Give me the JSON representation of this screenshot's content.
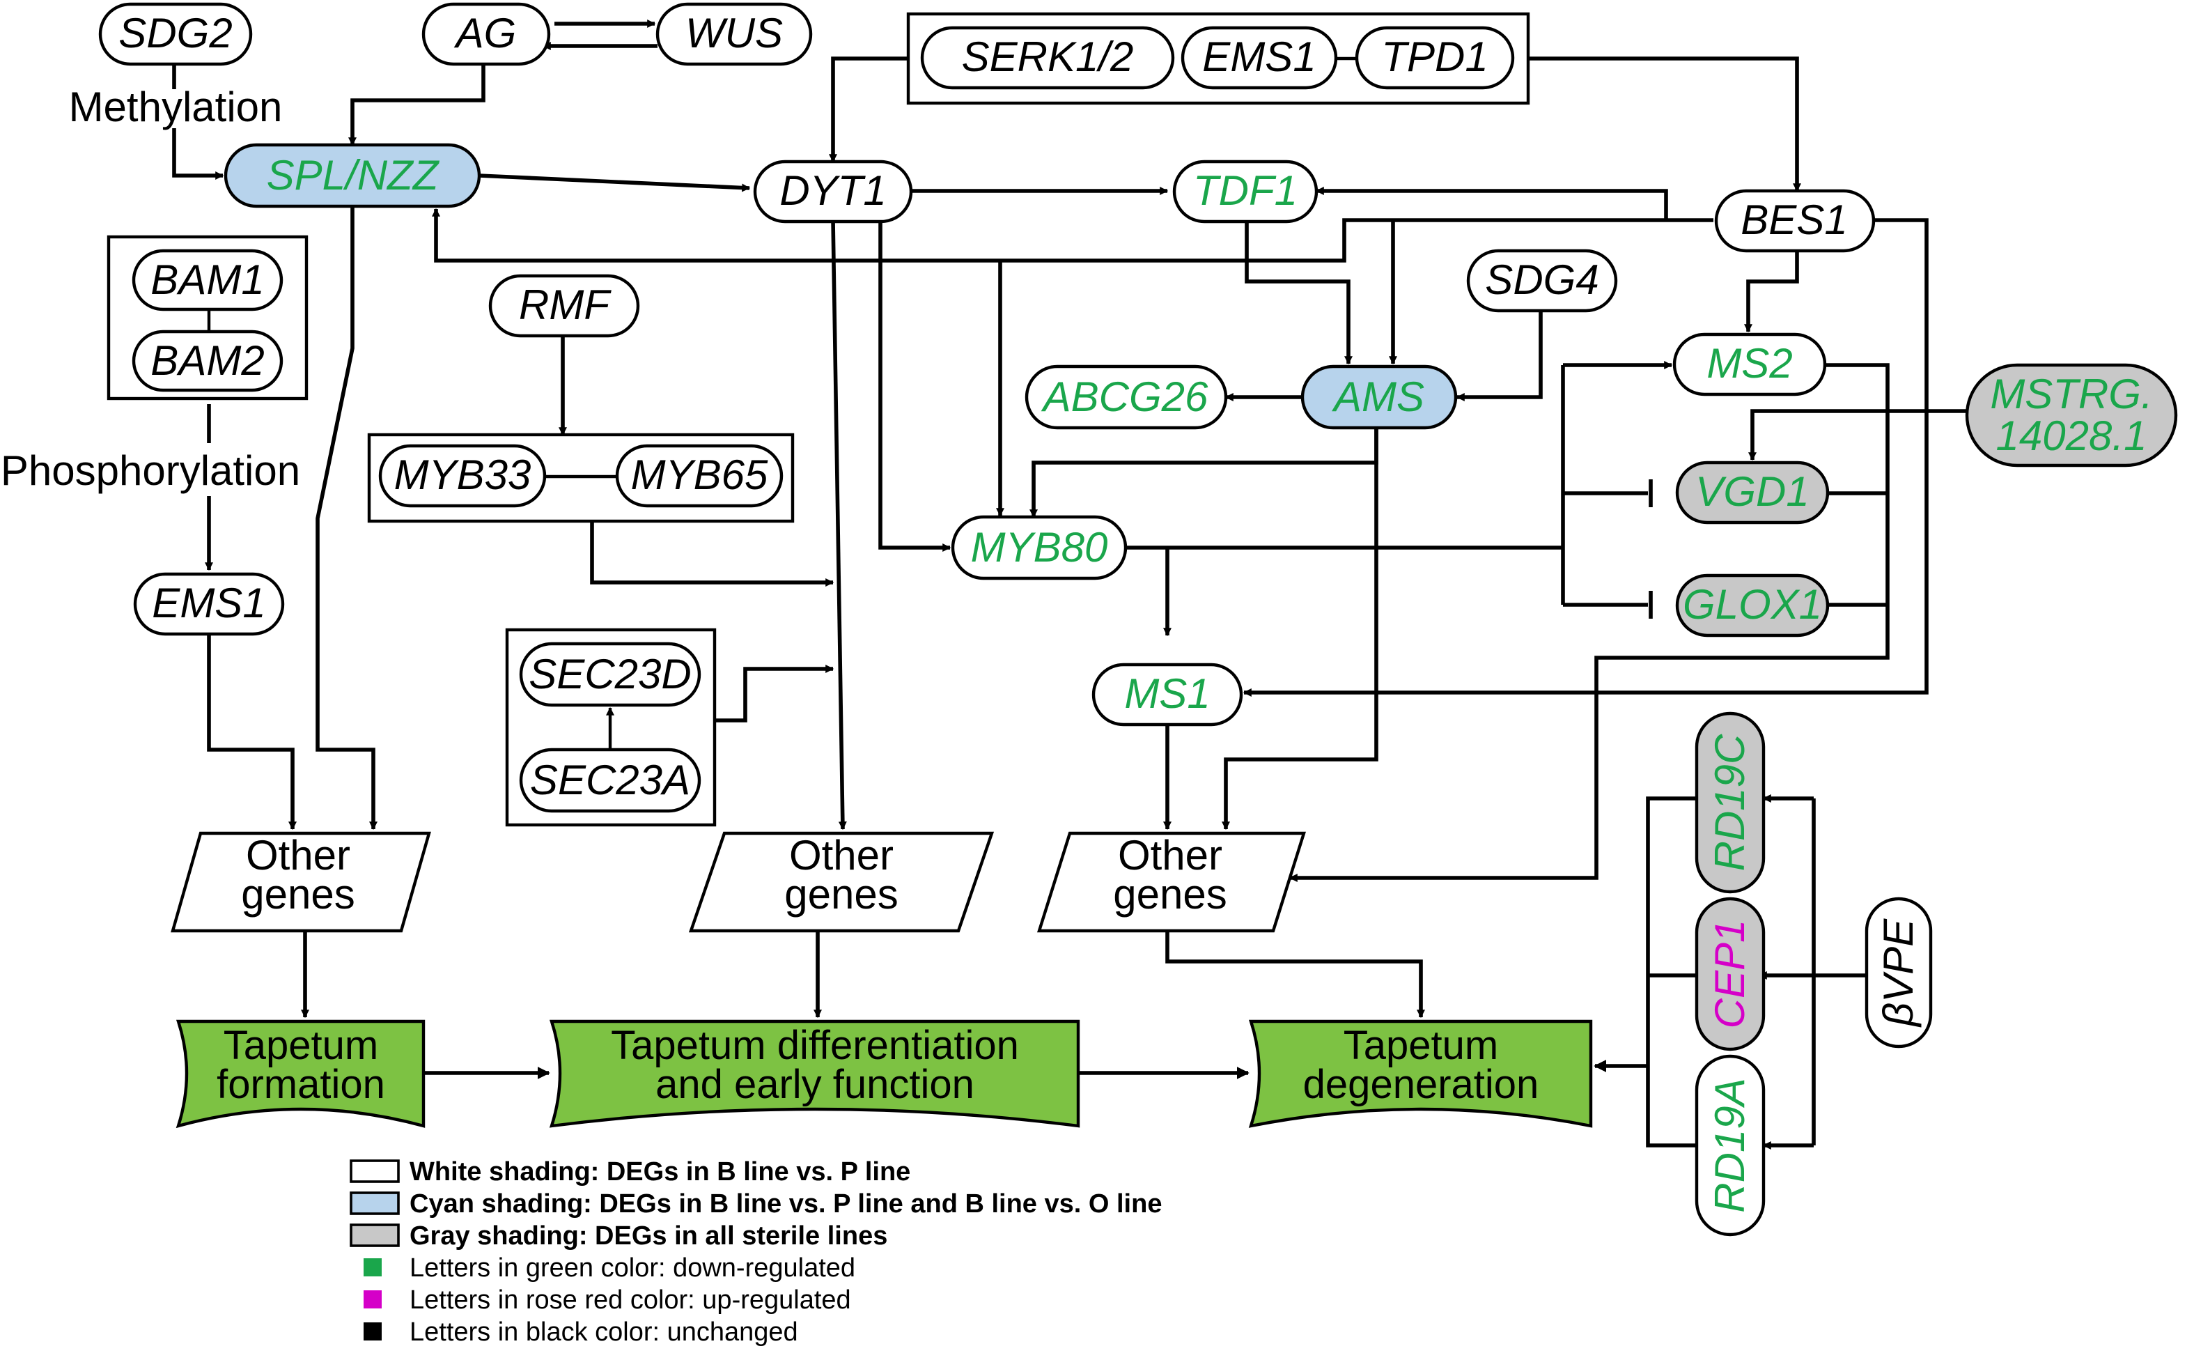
{
  "colors": {
    "down": "#1aa64b",
    "up": "#d500c8",
    "unchanged": "#000000",
    "white_fill": "#ffffff",
    "cyan_fill": "#b7d3ec",
    "gray_fill": "#c8c8c8",
    "stage_fill": "#7dc243"
  },
  "genes": {
    "sdg2": "SDG2",
    "ag": "AG",
    "wus": "WUS",
    "serk12": "SERK1/2",
    "ems1_top": "EMS1",
    "tpd1": "TPD1",
    "spl_nzz": "SPL/NZZ",
    "dyt1": "DYT1",
    "tdf1": "TDF1",
    "bes1": "BES1",
    "bam1": "BAM1",
    "bam2": "BAM2",
    "rmf": "RMF",
    "sdg4": "SDG4",
    "abcg26": "ABCG26",
    "ams": "AMS",
    "ms2": "MS2",
    "mstrg_line1": "MSTRG.",
    "mstrg_line2": "14028.1",
    "myb33": "MYB33",
    "myb65": "MYB65",
    "vgd1": "VGD1",
    "myb80": "MYB80",
    "glox1": "GLOX1",
    "ems1_left": "EMS1",
    "sec23d": "SEC23D",
    "sec23a": "SEC23A",
    "ms1": "MS1",
    "rd19c": "RD19C",
    "cep1": "CEP1",
    "bvpe": "βVPE",
    "rd19a": "RD19A"
  },
  "labels": {
    "methylation": "Methylation",
    "phosphorylation": "Phosphorylation",
    "other_genes_line1": "Other",
    "other_genes_line2": "genes"
  },
  "stages": {
    "formation_l1": "Tapetum",
    "formation_l2": "formation",
    "differentiation_l1": "Tapetum differentiation",
    "differentiation_l2": "and early function",
    "degeneration_l1": "Tapetum",
    "degeneration_l2": "degeneration"
  },
  "legend": {
    "white": "White shading: DEGs in B line vs. P line",
    "cyan": "Cyan shading: DEGs in B line vs.  P line and B line vs. O line",
    "gray": "Gray shading: DEGs in all sterile lines",
    "green": "Letters in green color: down-regulated",
    "rose": "Letters in rose red color: up-regulated",
    "black": "Letters in black color: unchanged"
  }
}
